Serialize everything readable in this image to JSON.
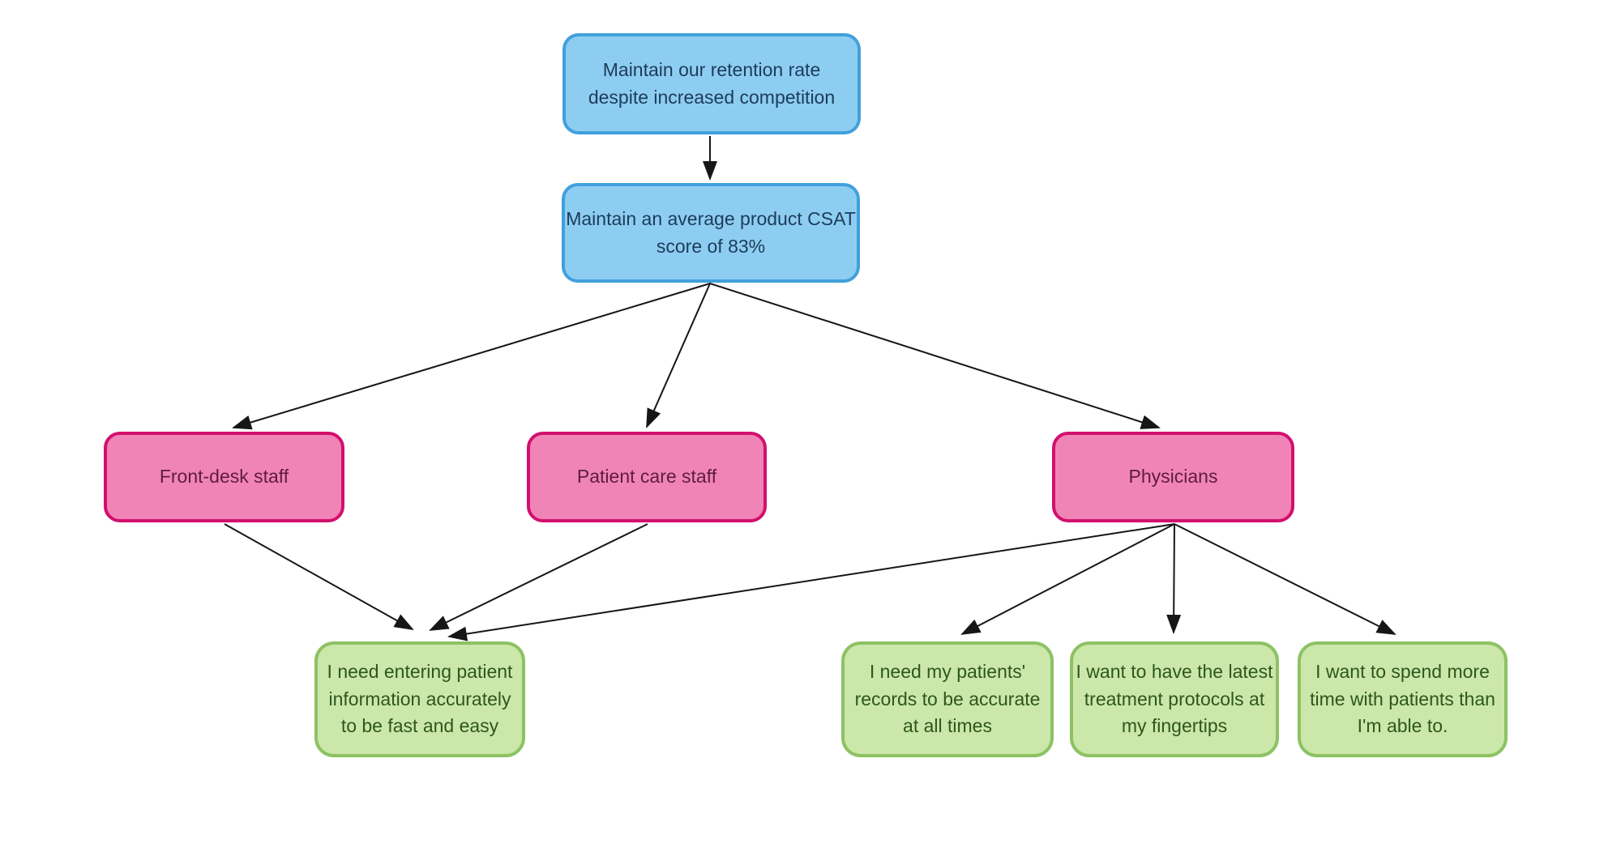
{
  "diagram": {
    "nodes": [
      {
        "id": "goal-retention",
        "type": "objective",
        "label": "Maintain our retention rate\ndespite increased competition"
      },
      {
        "id": "goal-csat",
        "type": "objective",
        "label": "Maintain an average product CSAT\nscore of 83%"
      },
      {
        "id": "front-desk-staff",
        "type": "persona",
        "label": "Front-desk staff"
      },
      {
        "id": "patient-care-staff",
        "type": "persona",
        "label": "Patient care staff"
      },
      {
        "id": "physicians",
        "type": "persona",
        "label": "Physicians"
      },
      {
        "id": "need-entering-info",
        "type": "need",
        "label": "I need entering patient\ninformation accurately\nto be fast and easy"
      },
      {
        "id": "need-accurate-records",
        "type": "need",
        "label": "I need my patients'\nrecords to be accurate\nat all times"
      },
      {
        "id": "need-latest-protocols",
        "type": "need",
        "label": "I want to have the latest\ntreatment protocols at\nmy fingertips"
      },
      {
        "id": "need-more-time",
        "type": "need",
        "label": "I want to spend more\ntime with patients than\nI'm able to."
      }
    ],
    "edges": [
      {
        "from": "goal-retention",
        "to": "goal-csat"
      },
      {
        "from": "goal-csat",
        "to": "front-desk-staff"
      },
      {
        "from": "goal-csat",
        "to": "patient-care-staff"
      },
      {
        "from": "goal-csat",
        "to": "physicians"
      },
      {
        "from": "front-desk-staff",
        "to": "need-entering-info"
      },
      {
        "from": "patient-care-staff",
        "to": "need-entering-info"
      },
      {
        "from": "physicians",
        "to": "need-entering-info"
      },
      {
        "from": "physicians",
        "to": "need-accurate-records"
      },
      {
        "from": "physicians",
        "to": "need-latest-protocols"
      },
      {
        "from": "physicians",
        "to": "need-more-time"
      }
    ],
    "colors": {
      "canvas_background": "#ffffff",
      "objective_fill": "#8ecdf2",
      "objective_border": "#41a0dc",
      "objective_text": "#1c3c59",
      "persona_fill": "#f184b6",
      "persona_border": "#d2106e",
      "persona_text": "#5e1c40",
      "need_fill": "#cce7aa",
      "need_border": "#8dc263",
      "need_text": "#2c571d",
      "arrow": "#161616"
    }
  }
}
